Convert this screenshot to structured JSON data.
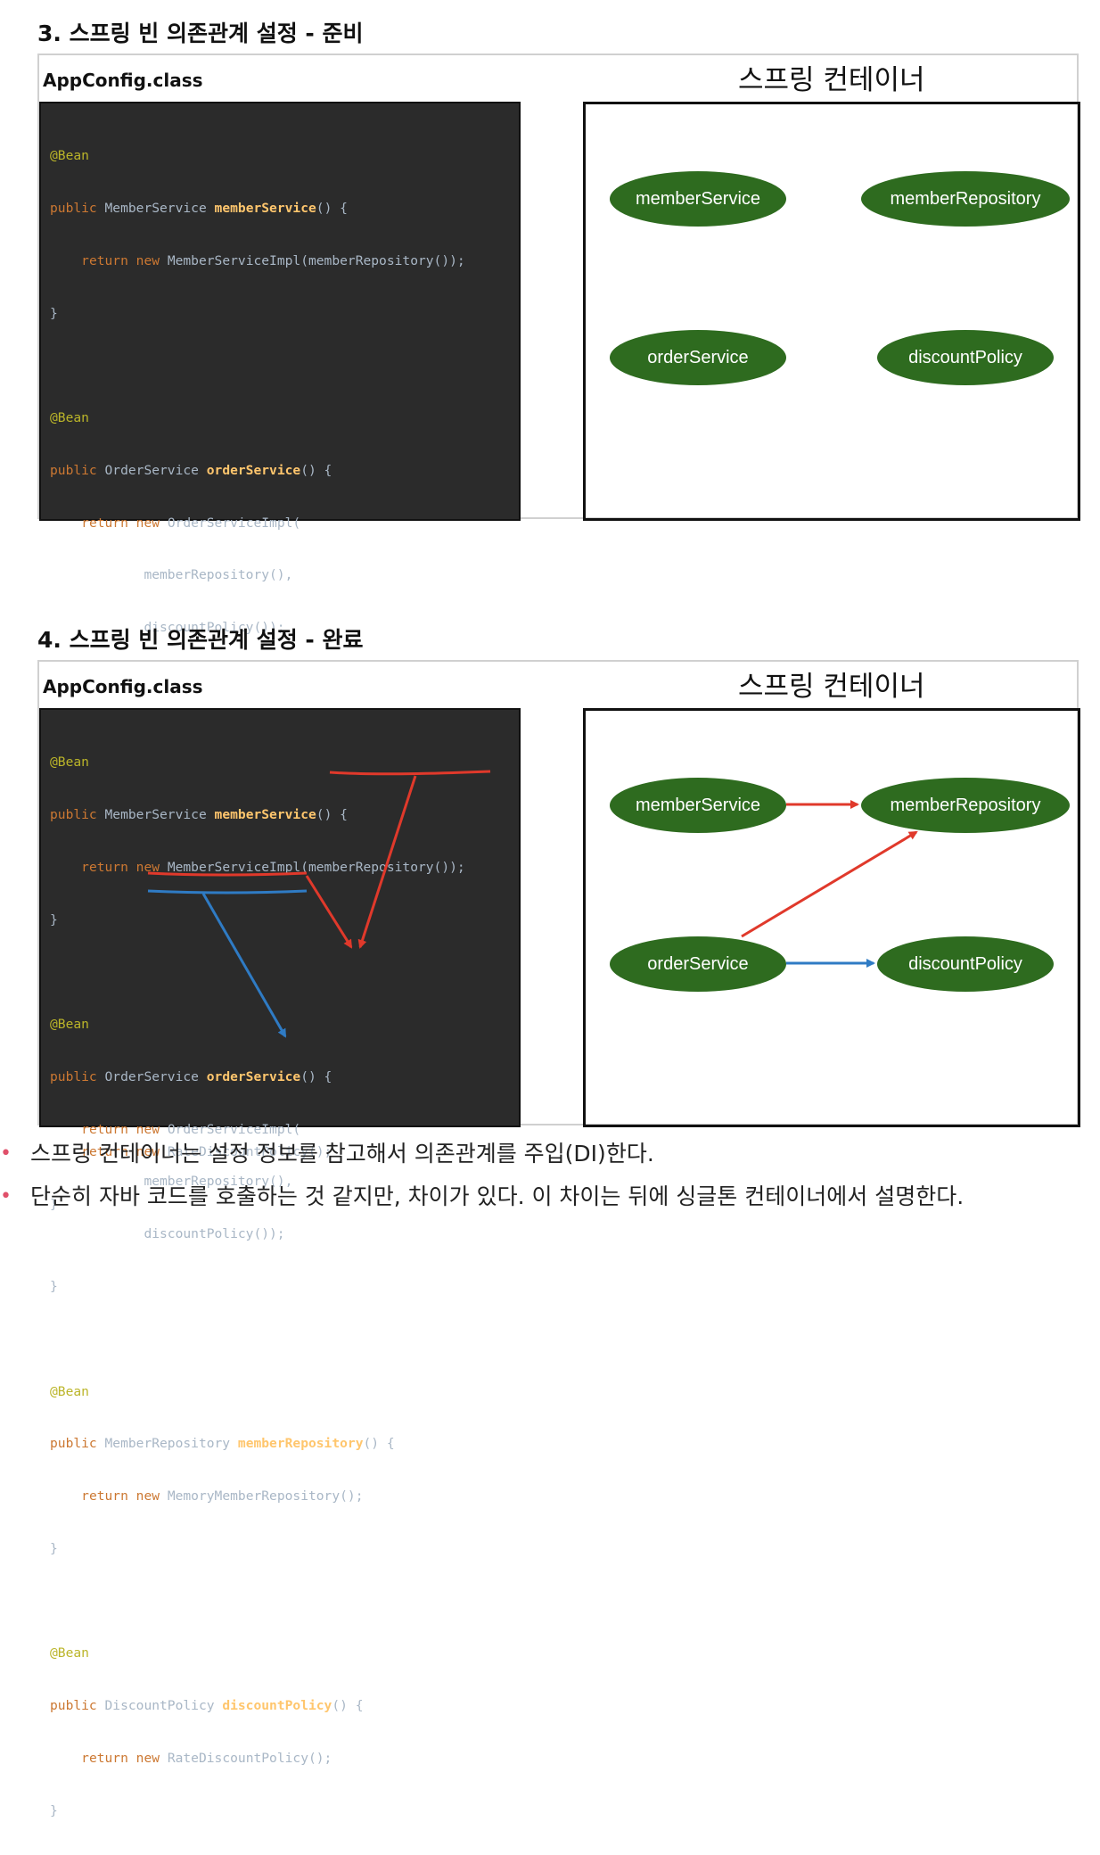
{
  "sections": [
    {
      "title": "3. 스프링 빈 의존관계 설정 - 준비",
      "config_title": "AppConfig.class",
      "container_title": "스프링 컨테이너",
      "nodes": {
        "memberService": "memberService",
        "memberRepository": "memberRepository",
        "orderService": "orderService",
        "discountPolicy": "discountPolicy"
      }
    },
    {
      "title": "4. 스프링 빈 의존관계 설정 - 완료",
      "config_title": "AppConfig.class",
      "container_title": "스프링 컨테이너",
      "nodes": {
        "memberService": "memberService",
        "memberRepository": "memberRepository",
        "orderService": "orderService",
        "discountPolicy": "discountPolicy"
      }
    }
  ],
  "code": {
    "bean": "@Bean",
    "public": "public",
    "return": "return",
    "new": "new",
    "member_service_type": "MemberService",
    "member_service_fn": "memberService",
    "member_service_impl": "MemberServiceImpl(memberRepository());",
    "order_service_type": "OrderService",
    "order_service_fn": "orderService",
    "order_service_impl": "OrderServiceImpl(",
    "order_arg1": "memberRepository(),",
    "order_arg2": "discountPolicy());",
    "member_repo_type": "MemberRepository",
    "member_repo_fn": "memberRepository",
    "member_repo_impl": "MemoryMemberRepository();",
    "discount_type": "DiscountPolicy",
    "discount_fn": "discountPolicy",
    "discount_impl": "RateDiscountPolicy();",
    "open_brace": "() {",
    "close_brace": "}"
  },
  "arrow_colors": {
    "red": "#e0392b",
    "blue": "#2f7bc4"
  },
  "node_color": "#2e6b1f",
  "bullets": [
    "스프링 컨테이너는 설정 정보를 참고해서 의존관계를 주입(DI)한다.",
    "단순히 자바 코드를 호출하는 것 같지만, 차이가 있다. 이 차이는 뒤에 싱글톤 컨테이너에서 설명한다."
  ]
}
